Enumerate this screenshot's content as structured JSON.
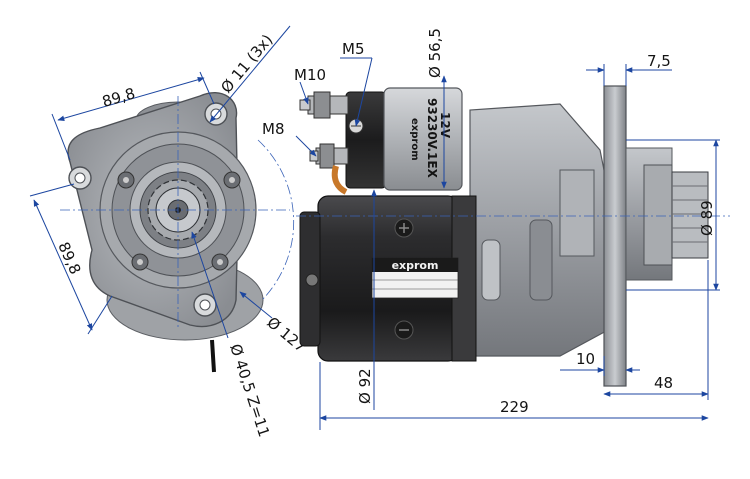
{
  "dimensions": {
    "flange_width": "89,8",
    "hole_diameter": "Ø 11 (3x)",
    "flange_height": "89,8",
    "bolt_circle": "Ø 127",
    "pinion": "Ø 40,5 Z=11",
    "solenoid_diameter": "Ø 56,5",
    "flange_thickness": "7,5",
    "nose_diameter": "Ø 89",
    "motor_diameter": "Ø 92",
    "offset_10": "10",
    "offset_48": "48",
    "overall_length": "229"
  },
  "terminals": {
    "m5": "M5",
    "m10": "M10",
    "m8": "M8"
  },
  "solenoid_label": {
    "brand": "exprom",
    "line1": "93230V.1EX",
    "line2": "12V"
  },
  "motor_label": {
    "brand": "exprom"
  },
  "colors": {
    "dimension_line": "#1c46a0",
    "casting": "#9a9da2",
    "motor_body": "#2a2a2c",
    "solenoid_body": "#1e1e1e",
    "copper": "#c8782a"
  }
}
